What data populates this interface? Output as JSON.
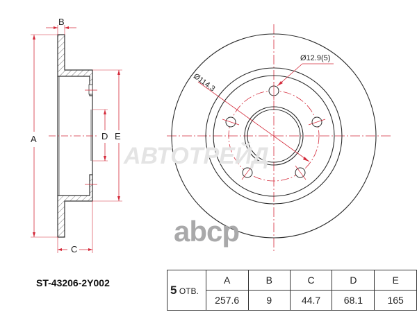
{
  "part_number": "ST-43206-2Y002",
  "watermarks": {
    "main": "АВТОТРЕЙД",
    "logo": "abcp"
  },
  "side_view": {
    "labels": {
      "A": "A",
      "B": "B",
      "C": "C",
      "D": "D",
      "E": "E"
    }
  },
  "front_view": {
    "pcd_label": "Ø114.3",
    "bolt_hole_label": "Ø12.9(5)"
  },
  "spec_table": {
    "holes_count": "5",
    "holes_suffix": "ОТВ.",
    "headers": [
      "A",
      "B",
      "C",
      "D",
      "E"
    ],
    "values": [
      "257.6",
      "9",
      "44.7",
      "68.1",
      "165"
    ]
  },
  "colors": {
    "dimension": "#d42a3a",
    "outline": "#2b2b2b",
    "centerline": "#d42a3a"
  }
}
